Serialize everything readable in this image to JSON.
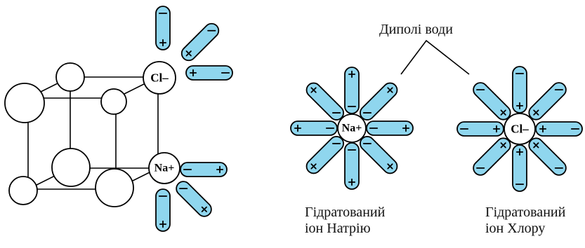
{
  "colors": {
    "dipole_fill": "#8fd6ee",
    "stroke": "#000000",
    "ion_fill": "#ffffff",
    "atom_fill": "#ffffff"
  },
  "labels": {
    "water_dipoles": "Диполі води",
    "hydrated_sodium": "Гідратований\nіон Натрію",
    "hydrated_chlorine": "Гідратований\nіон Хлору"
  },
  "ions": {
    "chlorine": "Cl–",
    "sodium": "Na+"
  },
  "signs": {
    "plus": "+",
    "minus": "–",
    "partial": "×"
  }
}
